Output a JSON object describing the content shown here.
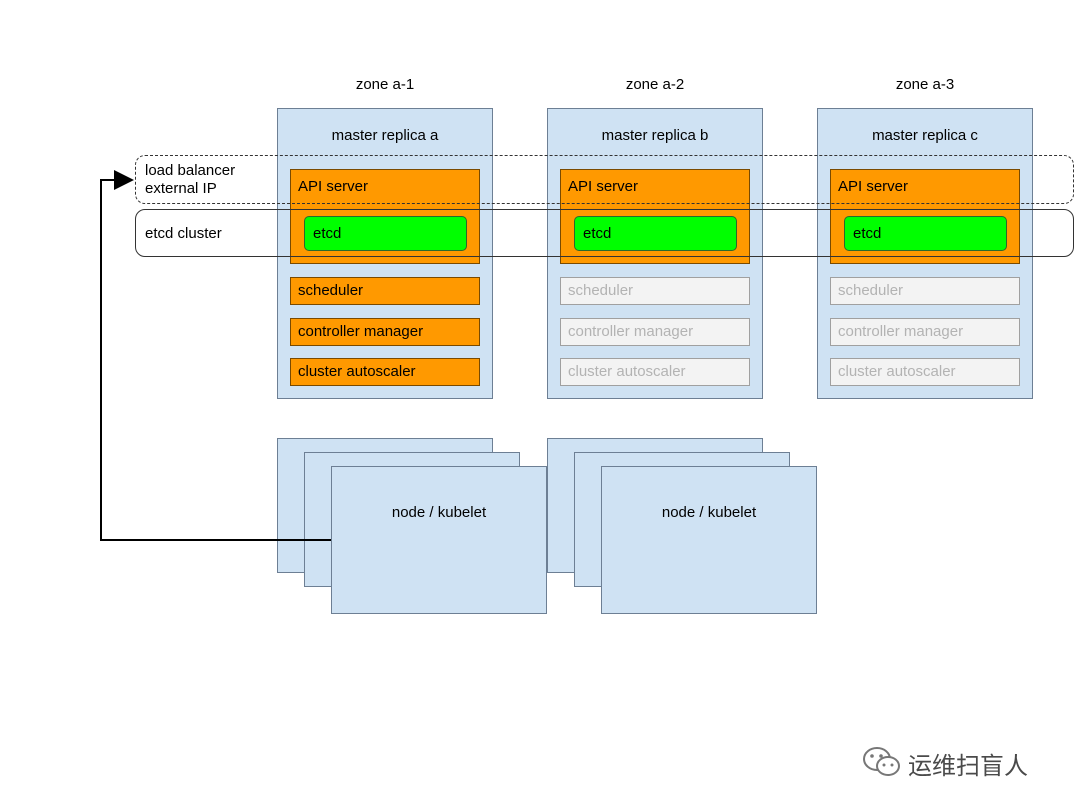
{
  "zones": [
    {
      "label": "zone a-1",
      "master": "master replica a",
      "api": "API server",
      "etcd": "etcd",
      "components": [
        "scheduler",
        "controller manager",
        "cluster autoscaler"
      ],
      "active": true
    },
    {
      "label": "zone a-2",
      "master": "master replica b",
      "api": "API server",
      "etcd": "etcd",
      "components": [
        "scheduler",
        "controller manager",
        "cluster autoscaler"
      ],
      "active": false
    },
    {
      "label": "zone a-3",
      "master": "master replica c",
      "api": "API server",
      "etcd": "etcd",
      "components": [
        "scheduler",
        "controller manager",
        "cluster autoscaler"
      ],
      "active": false
    }
  ],
  "load_balancer": {
    "line1": "load balancer",
    "line2": "external IP"
  },
  "etcd_cluster": {
    "label": "etcd cluster"
  },
  "node_groups": [
    {
      "label": "node / kubelet"
    },
    {
      "label": "node / kubelet"
    }
  ],
  "watermark": {
    "text": "运维扫盲人"
  },
  "colors": {
    "master_fill": "#cfe2f3",
    "active_component": "#ff9900",
    "etcd": "#00ff00",
    "inactive_component": "#f3f3f3"
  }
}
